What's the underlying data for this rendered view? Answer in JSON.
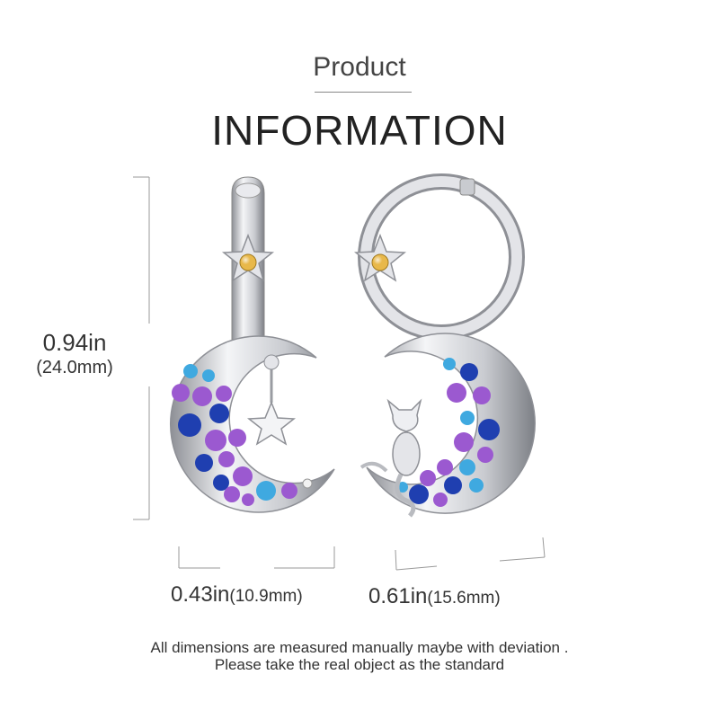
{
  "header": {
    "subtitle": "Product",
    "title": "INFORMATION"
  },
  "dimensions": {
    "height_in": "0.94in",
    "height_mm": "(24.0mm)",
    "left_width_in": "0.43in",
    "left_width_mm": "(10.9mm)",
    "right_width_in": "0.61in",
    "right_width_mm": "(15.6mm)"
  },
  "note": {
    "line1": "All dimensions are measured manually maybe with deviation .",
    "line2": "Please take the real object as the standard"
  },
  "colors": {
    "silver": "#c9cbd0",
    "silver_dark": "#8e9096",
    "amethyst": "#9b59d0",
    "sapphire": "#1f3fb0",
    "aqua": "#3fa9e0",
    "citrine": "#e8b84a",
    "dimension_line": "#9a9a9a"
  }
}
